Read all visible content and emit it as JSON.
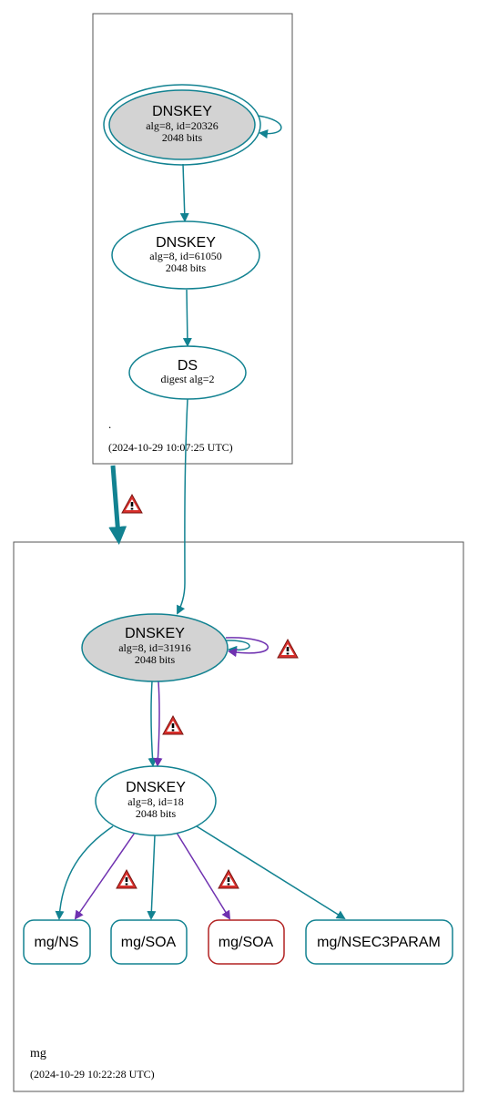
{
  "colors": {
    "teal": "#128291",
    "purple": "#6f31b0",
    "red": "#b22222",
    "box": "#555555",
    "fill_gray": "#d3d3d3",
    "warning": "#d9302c"
  },
  "zones": {
    "root": {
      "name": ".",
      "timestamp": "(2024-10-29 10:07:25 UTC)"
    },
    "mg": {
      "name": "mg",
      "timestamp": "(2024-10-29 10:22:28 UTC)"
    }
  },
  "nodes": {
    "root_ksk": {
      "title": "DNSKEY",
      "line1": "alg=8, id=20326",
      "line2": "2048 bits"
    },
    "root_zsk": {
      "title": "DNSKEY",
      "line1": "alg=8, id=61050",
      "line2": "2048 bits"
    },
    "root_ds": {
      "title": "DS",
      "line1": "digest alg=2"
    },
    "mg_ksk": {
      "title": "DNSKEY",
      "line1": "alg=8, id=31916",
      "line2": "2048 bits"
    },
    "mg_zsk": {
      "title": "DNSKEY",
      "line1": "alg=8, id=18",
      "line2": "2048 bits"
    },
    "mg_ns": {
      "label": "mg/NS"
    },
    "mg_soa": {
      "label": "mg/SOA"
    },
    "mg_soa_bogus": {
      "label": "mg/SOA"
    },
    "mg_nsec3param": {
      "label": "mg/NSEC3PARAM"
    }
  },
  "icons": {
    "warning": "warning-icon"
  }
}
